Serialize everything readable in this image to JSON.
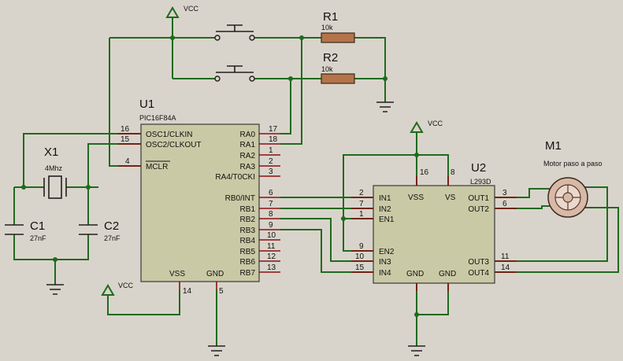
{
  "components": {
    "U1": {
      "ref": "U1",
      "part": "PIC16F84A"
    },
    "U2": {
      "ref": "U2",
      "part": "L293D"
    },
    "M1": {
      "ref": "M1",
      "part": "Motor paso a paso"
    },
    "X1": {
      "ref": "X1",
      "value": "4Mhz"
    },
    "C1": {
      "ref": "C1",
      "value": "27nF"
    },
    "C2": {
      "ref": "C2",
      "value": "27nF"
    },
    "R1": {
      "ref": "R1",
      "value": "10k"
    },
    "R2": {
      "ref": "R2",
      "value": "10k"
    }
  },
  "power_label": "VCC",
  "u1_left_pins": [
    {
      "num": "16",
      "name": "OSC1/CLKIN"
    },
    {
      "num": "15",
      "name": "OSC2/CLKOUT"
    },
    {
      "num": "4",
      "name": "MCLR"
    }
  ],
  "u1_right_pins": [
    {
      "num": "17",
      "name": "RA0"
    },
    {
      "num": "18",
      "name": "RA1"
    },
    {
      "num": "1",
      "name": "RA2"
    },
    {
      "num": "2",
      "name": "RA3"
    },
    {
      "num": "3",
      "name": "RA4/T0CKI"
    },
    {
      "num": "6",
      "name": "RB0/INT"
    },
    {
      "num": "7",
      "name": "RB1"
    },
    {
      "num": "8",
      "name": "RB2"
    },
    {
      "num": "9",
      "name": "RB3"
    },
    {
      "num": "10",
      "name": "RB4"
    },
    {
      "num": "11",
      "name": "RB5"
    },
    {
      "num": "12",
      "name": "RB6"
    },
    {
      "num": "13",
      "name": "RB7"
    }
  ],
  "u1_bottom_pins": [
    {
      "num": "14",
      "name": "VSS"
    },
    {
      "num": "5",
      "name": "GND"
    }
  ],
  "u2_left_pins": [
    {
      "num": "2",
      "name": "IN1"
    },
    {
      "num": "7",
      "name": "IN2"
    },
    {
      "num": "1",
      "name": "EN1"
    },
    {
      "num": "9",
      "name": "EN2"
    },
    {
      "num": "10",
      "name": "IN3"
    },
    {
      "num": "15",
      "name": "IN4"
    }
  ],
  "u2_right_pins": [
    {
      "num": "3",
      "name": "OUT1"
    },
    {
      "num": "6",
      "name": "OUT2"
    },
    {
      "num": "11",
      "name": "OUT3"
    },
    {
      "num": "14",
      "name": "OUT4"
    }
  ],
  "u2_top_pins": [
    {
      "num": "16",
      "name": "VSS"
    },
    {
      "num": "8",
      "name": "VS"
    }
  ],
  "u2_bottom_labels": [
    "GND",
    "GND"
  ]
}
